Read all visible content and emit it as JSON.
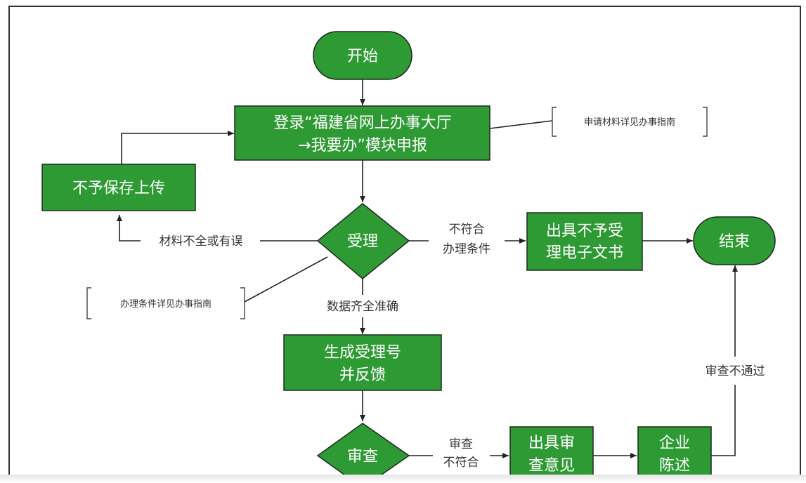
{
  "nodes": {
    "start": "开始",
    "login_line1": "登录“福建省网上办事大厅",
    "login_line2": "→我要办”模块申报",
    "no_save": "不予保存上传",
    "accept": "受理",
    "issue_reject_line1": "出具不予受",
    "issue_reject_line2": "理电子文书",
    "end": "结束",
    "gen_line1": "生成受理号",
    "gen_line2": "并反馈",
    "review": "审查",
    "opinion_line1": "出具审",
    "opinion_line2": "查意见",
    "statement_line1": "企业",
    "statement_line2": "陈述"
  },
  "edges": {
    "material_incomplete": "材料不全或有误",
    "not_meet_line1": "不符合",
    "not_meet_line2": "办理条件",
    "data_complete": "数据齐全准确",
    "review_fail_line1": "审查",
    "review_fail_line2": "不符合",
    "review_not_pass": "审查不通过"
  },
  "notes": {
    "materials_note": "申请材料详见办事指南",
    "conditions_note": "办理条件详见办事指南"
  },
  "colors": {
    "node_fill": "#2e9a34",
    "node_text": "#ffffff",
    "line": "#222222"
  }
}
